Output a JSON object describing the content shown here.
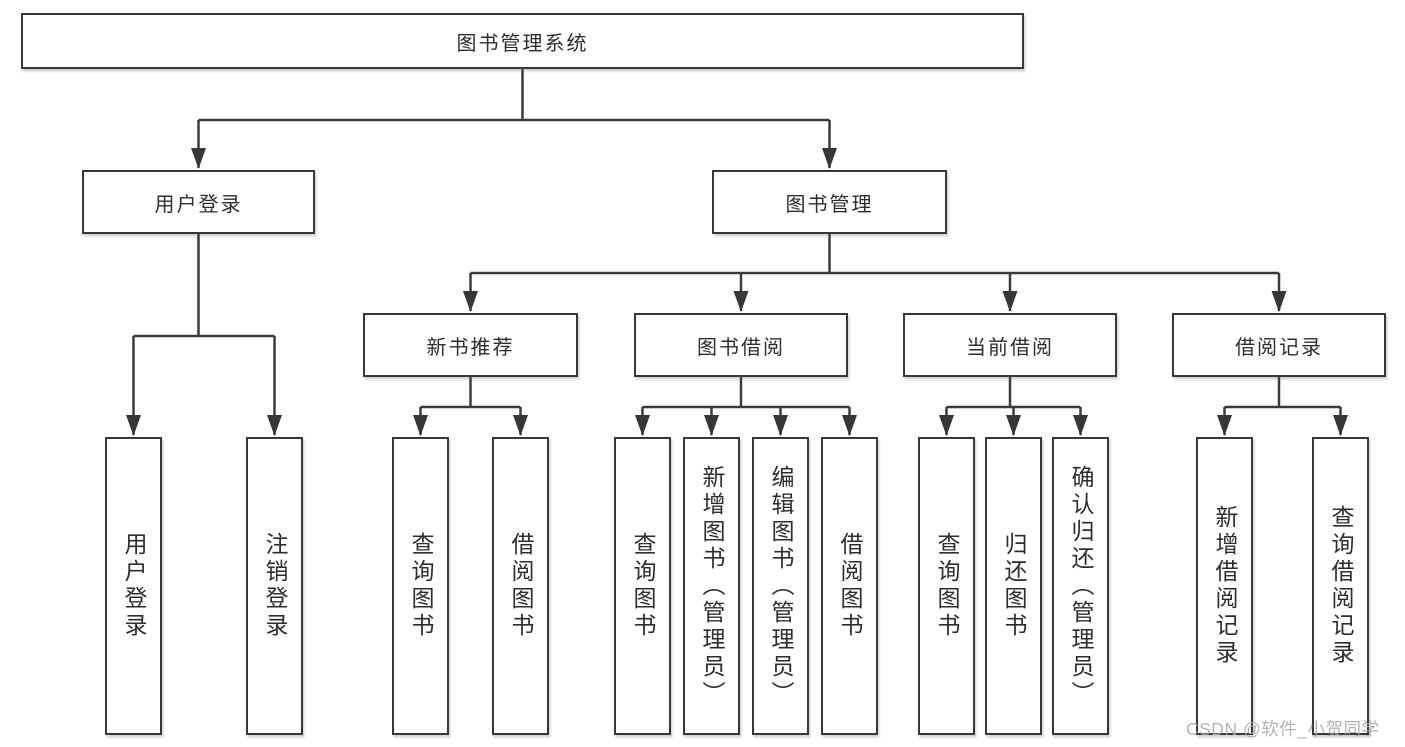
{
  "diagram": {
    "root": {
      "label": "图书管理系统",
      "children": [
        {
          "label": "用户登录",
          "children": [
            {
              "label": "用户登录"
            },
            {
              "label": "注销登录"
            }
          ]
        },
        {
          "label": "图书管理",
          "children": [
            {
              "label": "新书推荐",
              "children": [
                {
                  "label": "查询图书"
                },
                {
                  "label": "借阅图书"
                }
              ]
            },
            {
              "label": "图书借阅",
              "children": [
                {
                  "label": "查询图书"
                },
                {
                  "label": "新增图书（管理员）"
                },
                {
                  "label": "编辑图书（管理员）"
                },
                {
                  "label": "借阅图书"
                }
              ]
            },
            {
              "label": "当前借阅",
              "children": [
                {
                  "label": "查询图书"
                },
                {
                  "label": "归还图书"
                },
                {
                  "label": "确认归还（管理员）"
                }
              ]
            },
            {
              "label": "借阅记录",
              "children": [
                {
                  "label": "新增借阅记录"
                },
                {
                  "label": "查询借阅记录"
                }
              ]
            }
          ]
        }
      ]
    }
  },
  "watermark": {
    "text": "CSDN @软件_小贺同学"
  },
  "colors": {
    "line": "#3a3a3a",
    "box_border": "#383838",
    "text": "#2e2e2e",
    "watermark": "#ababab",
    "background": "#ffffff"
  }
}
